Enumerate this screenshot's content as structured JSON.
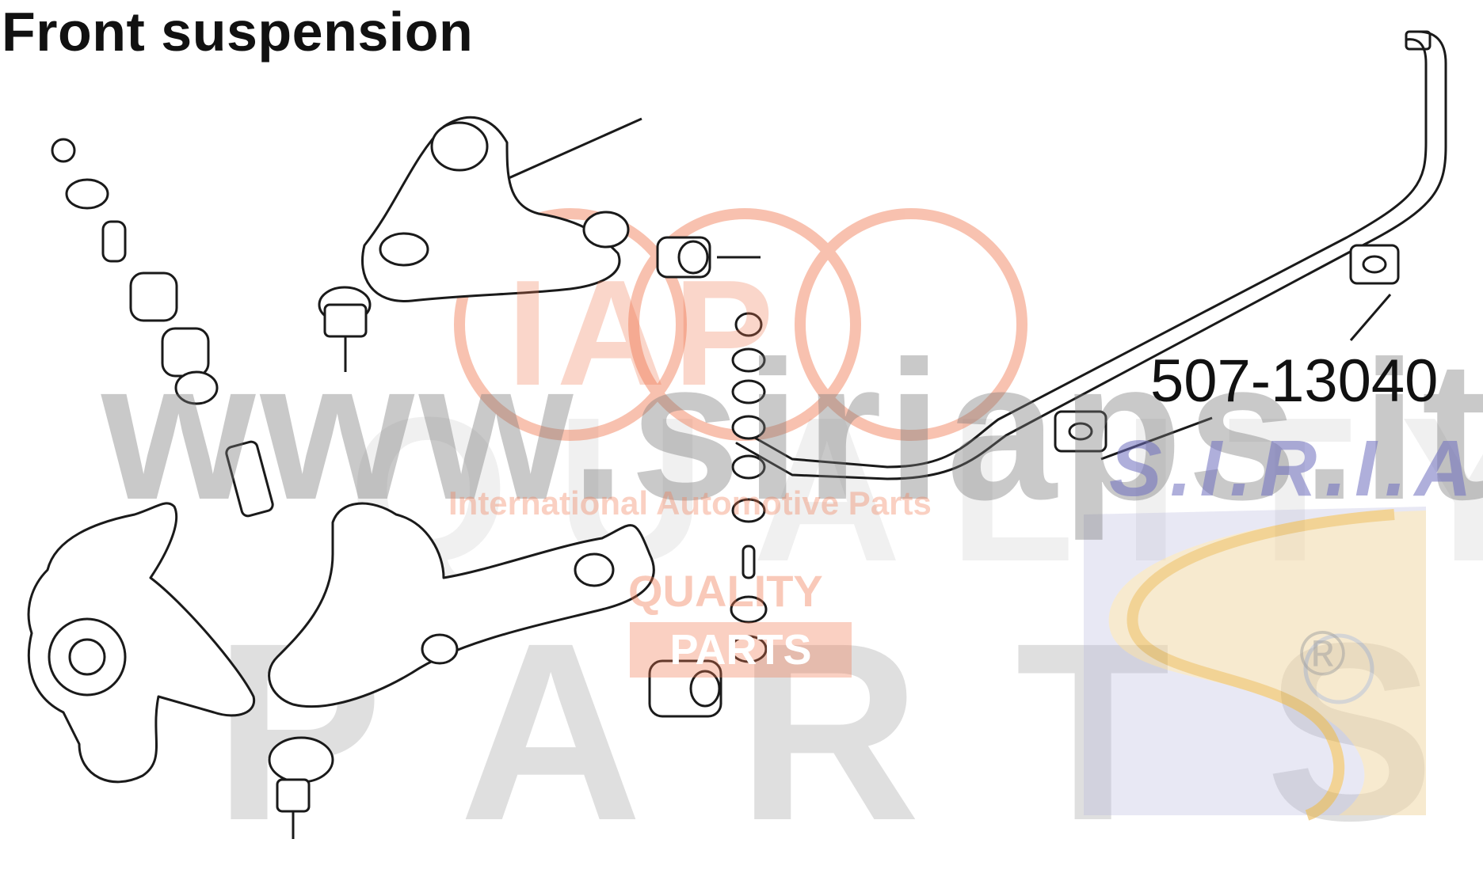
{
  "title": "Front suspension",
  "part_number": "507-13040",
  "watermarks": {
    "url": "www.siriaps.it",
    "iap_letters": "IAP",
    "iap_subtitle": "International Automotive Parts",
    "quality_badge_top": "QUALITY",
    "quality_badge_bottom": "PARTS",
    "registered_mark": "®",
    "brand": "S.I.R.I.A",
    "big_quality": "QUALITY",
    "big_parts": "PARTS"
  },
  "colors": {
    "line_art": "#1a1a1a",
    "iap_orange": "#f0784f",
    "siria_blue": "#6e6ebe",
    "siria_gold": "#e8b040",
    "watermark_gray": "#8c8c8c"
  }
}
